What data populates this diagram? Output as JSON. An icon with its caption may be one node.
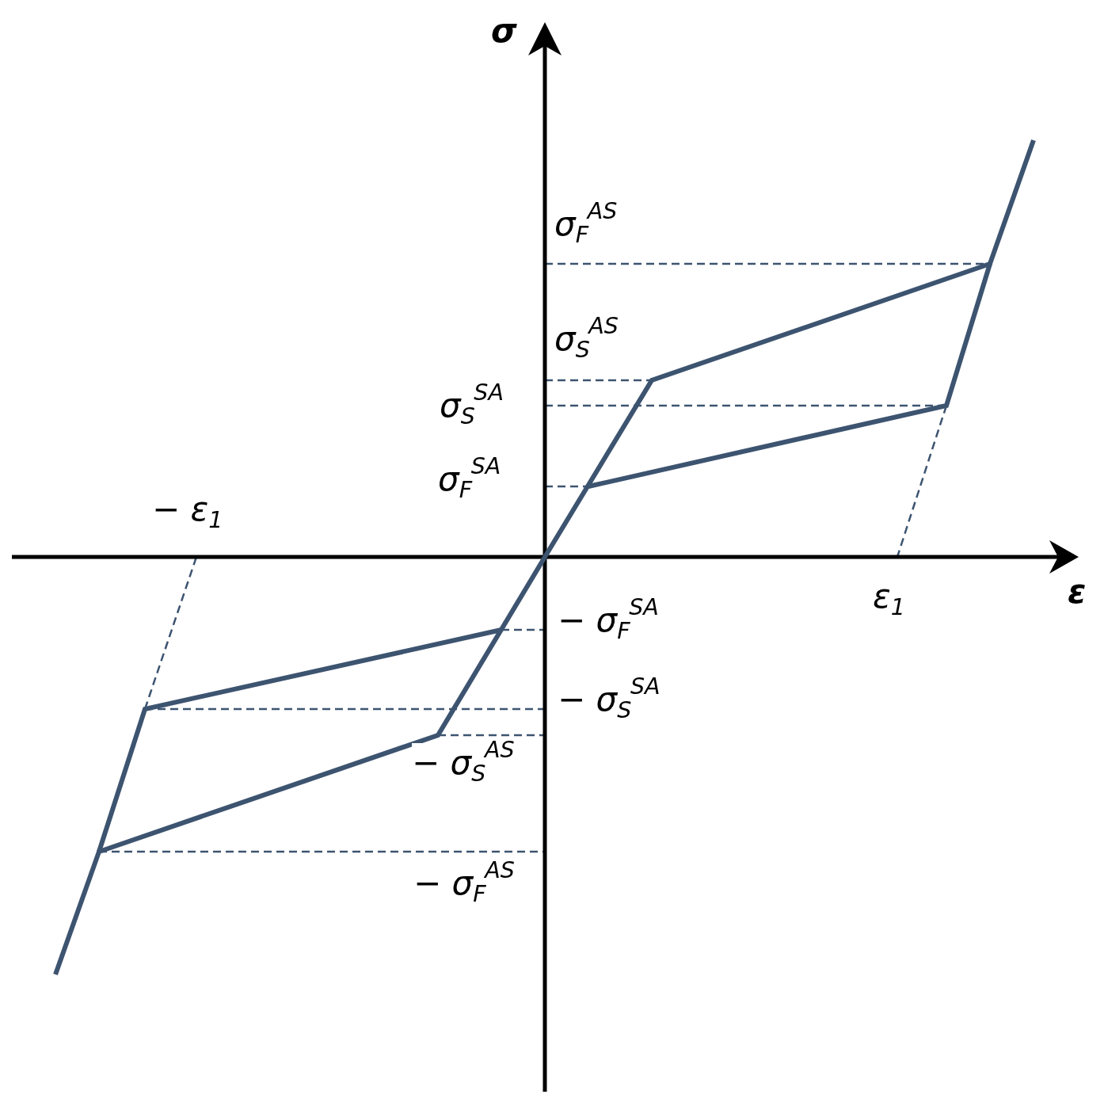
{
  "diagram": {
    "labels": [
      "σ",
      "σ$_{F}$$^{AS}$",
      "σ$_{S}$$^{AS}$",
      "σ$_{S}$$^{SA}$",
      "σ$_{F}$$^{SA}$",
      "− ε$_{1}$",
      "ε$_{1}$",
      "ε",
      "− σ$_{F}$$^{SA}$",
      "− σ$_{S}$$^{SA}$",
      "− σ$_{S}$$^{AS}$",
      "− σ$_{F}$$^{AS}$"
    ]
  }
}
